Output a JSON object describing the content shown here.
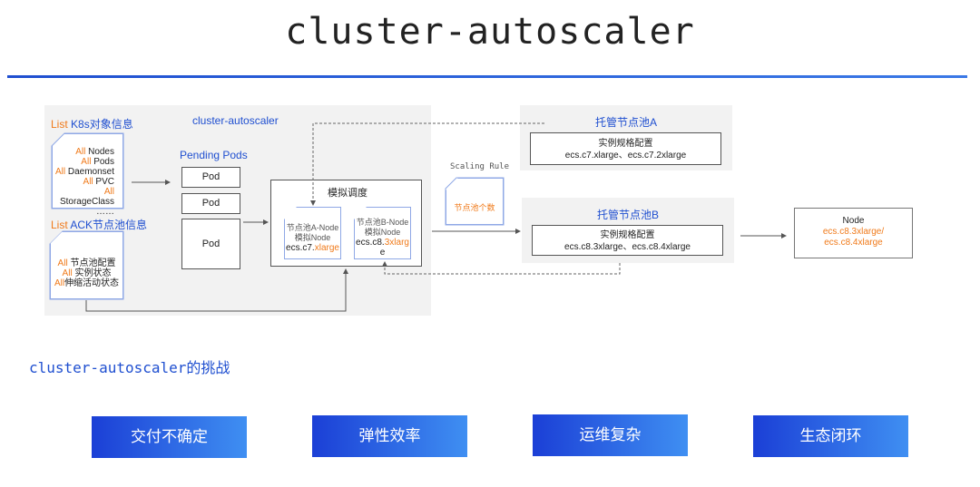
{
  "title": "cluster-autoscaler",
  "autoscaler_label": "cluster-autoscaler",
  "list_k8s": {
    "prefix": "List",
    "text": " K8s对象信息"
  },
  "k8s_items": [
    {
      "kw": "All",
      "text": " Nodes"
    },
    {
      "kw": "All",
      "text": " Pods"
    },
    {
      "kw": "All",
      "text": "  Daemonset"
    },
    {
      "kw": "All",
      "text": " PVC"
    },
    {
      "kw": "All",
      "text": " StorageClass"
    },
    {
      "kw": "",
      "text": "……"
    }
  ],
  "list_ack": {
    "prefix": "List",
    "text": " ACK节点池信息"
  },
  "ack_items": [
    {
      "kw": "All",
      "text": " 节点池配置"
    },
    {
      "kw": "All",
      "text": " 实例状态"
    },
    {
      "kw": "All",
      "text": "伸缩活动状态"
    }
  ],
  "pending_pods": "Pending Pods",
  "pods": [
    "Pod",
    "Pod",
    "Pod"
  ],
  "sim_title": "模拟调度",
  "sim_a": {
    "line1": "节点池A-Node",
    "line2": "模拟Node",
    "line3a": "ecs.c7.",
    "line3b": "xlarge"
  },
  "sim_b": {
    "line1": "节点池B-Node",
    "line2": "模拟Node",
    "line3a": "ecs.c8.",
    "line3b": "3xlarg",
    "line4": "e"
  },
  "scaling_rule": "Scaling Rule",
  "node_count": "节点池个数",
  "pool_a": {
    "title": "托管节点池A",
    "spec_label": "实例规格配置",
    "spec": "ecs.c7.xlarge、ecs.c7.2xlarge"
  },
  "pool_b": {
    "title": "托管节点池B",
    "spec_label": "实例规格配置",
    "spec": "ecs.c8.3xlarge、ecs.c8.4xlarge"
  },
  "node_box": {
    "title": "Node",
    "line1": "ecs.c8.3xlarge/",
    "line2": "ecs.c8.4xlarge"
  },
  "challenge_title": "cluster-autoscaler的挑战",
  "challenges": [
    "交付不确定",
    "弹性效率",
    "运维复杂",
    "生态闭环"
  ],
  "colors": {
    "accent_blue": "#1f4fd0",
    "orange": "#f07a1a",
    "panel_gray": "#f2f2f2"
  }
}
